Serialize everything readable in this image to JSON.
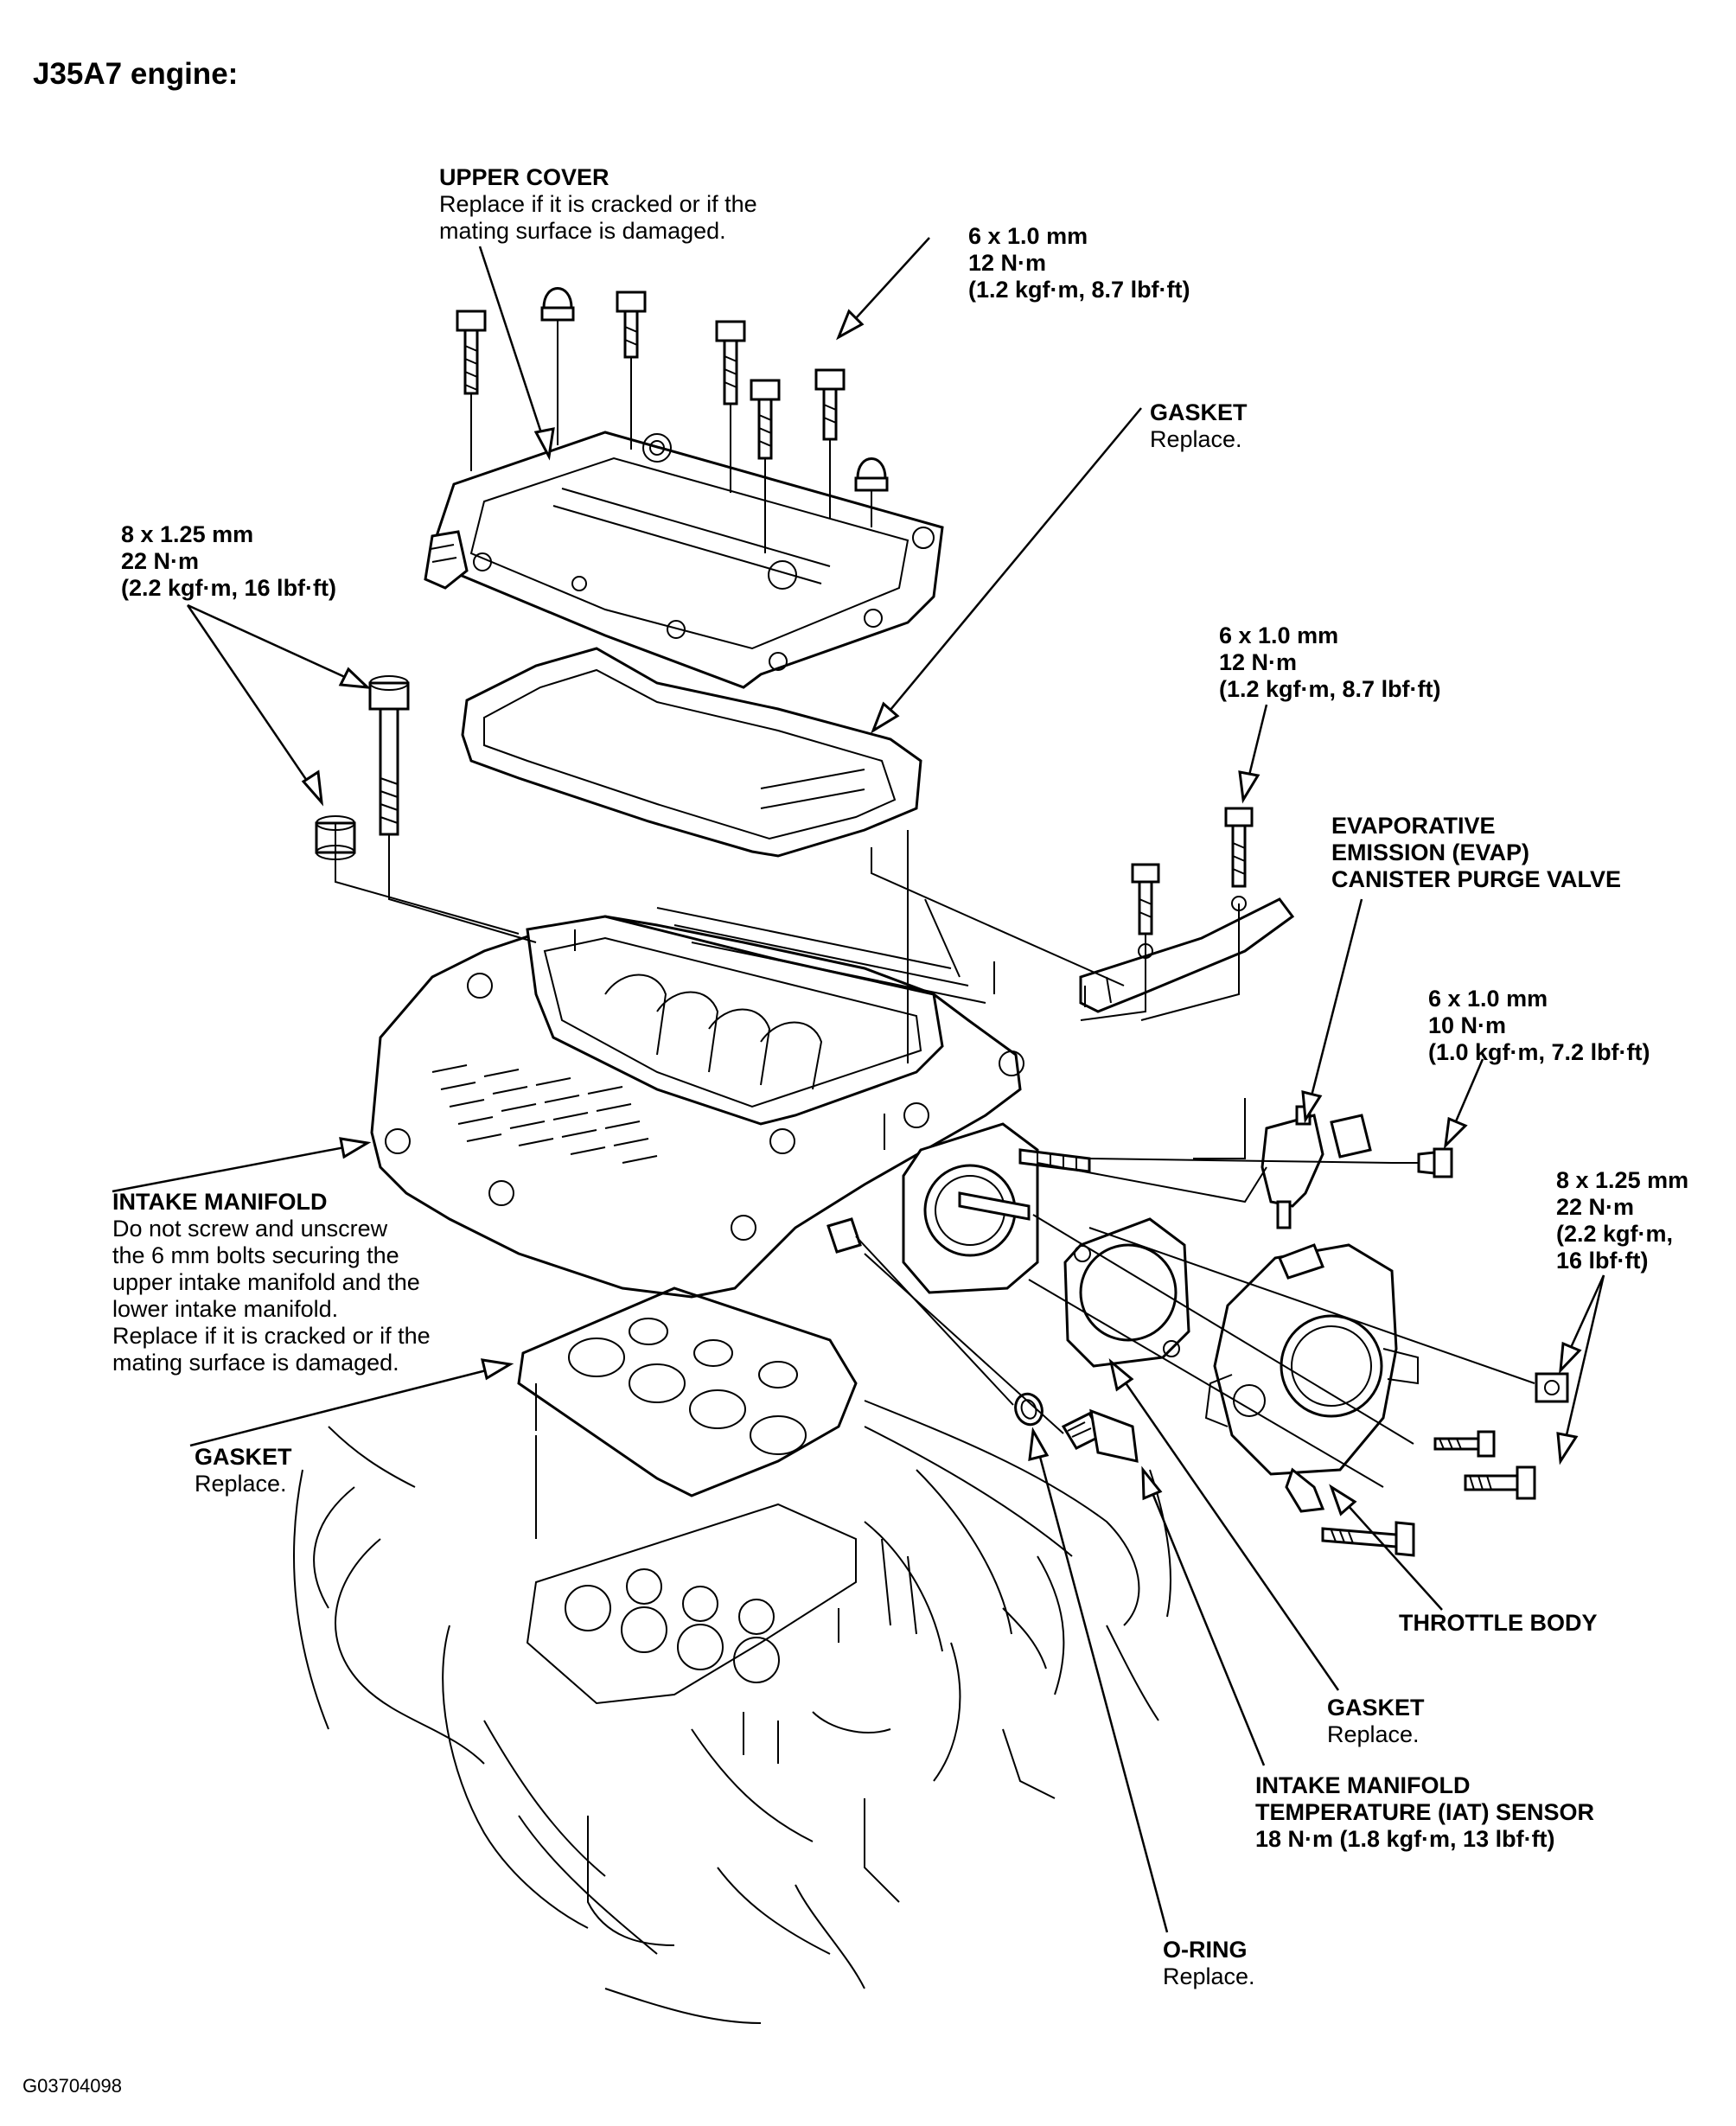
{
  "title": "J35A7 engine:",
  "figure_code": "G03704098",
  "callouts": {
    "upper_cover": {
      "name": "UPPER COVER",
      "note": [
        "Replace if it is cracked or if the",
        "mating surface is damaged."
      ]
    },
    "bolt_cover": {
      "lines": [
        "6 x 1.0 mm",
        "12 N·m",
        "(1.2 kgf·m, 8.7 lbf·ft)"
      ]
    },
    "gasket_upper": {
      "name": "GASKET",
      "note": [
        "Replace."
      ]
    },
    "bolt_manifold": {
      "lines": [
        "8 x 1.25 mm",
        "22 N·m",
        "(2.2 kgf·m, 16 lbf·ft)"
      ]
    },
    "bolt_bracket": {
      "lines": [
        "6 x 1.0 mm",
        "12 N·m",
        "(1.2 kgf·m, 8.7 lbf·ft)"
      ]
    },
    "evap_valve": {
      "lines": [
        "EVAPORATIVE",
        "EMISSION (EVAP)",
        "CANISTER PURGE VALVE"
      ]
    },
    "bolt_evap": {
      "lines": [
        "6 x 1.0 mm",
        "10 N·m",
        "(1.0 kgf·m, 7.2 lbf·ft)"
      ]
    },
    "intake_manifold": {
      "name": "INTAKE MANIFOLD",
      "note": [
        "Do not screw and unscrew",
        "the 6 mm bolts securing the",
        "upper intake manifold and the",
        "lower intake manifold.",
        "Replace if it is cracked or if the",
        "mating surface is damaged."
      ]
    },
    "bolt_throttle": {
      "lines": [
        "8 x 1.25 mm",
        "22 N·m",
        "(2.2 kgf·m,",
        "16 lbf·ft)"
      ]
    },
    "gasket_lower": {
      "name": "GASKET",
      "note": [
        "Replace."
      ]
    },
    "throttle_body": {
      "name": "THROTTLE BODY"
    },
    "gasket_throttle": {
      "name": "GASKET",
      "note": [
        "Replace."
      ]
    },
    "iat_sensor": {
      "lines": [
        "INTAKE MANIFOLD",
        "TEMPERATURE (IAT) SENSOR",
        "18 N·m (1.8 kgf·m, 13 lbf·ft)"
      ]
    },
    "o_ring": {
      "name": "O-RING",
      "note": [
        "Replace."
      ]
    }
  }
}
